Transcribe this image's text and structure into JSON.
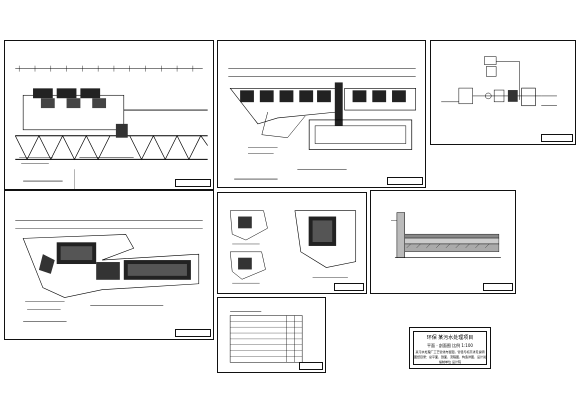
{
  "cover": {
    "title": "环保  某污水处理项目",
    "subtitle": "平面 · 剖面图    比例  1:100",
    "line1": "某污水处理厂工艺管线布置图，管径与标高详见说明",
    "line2": "图纸目录：总平面、剖面、流程图、构造详图、设计说明",
    "line3": "编制单位  设计院"
  }
}
